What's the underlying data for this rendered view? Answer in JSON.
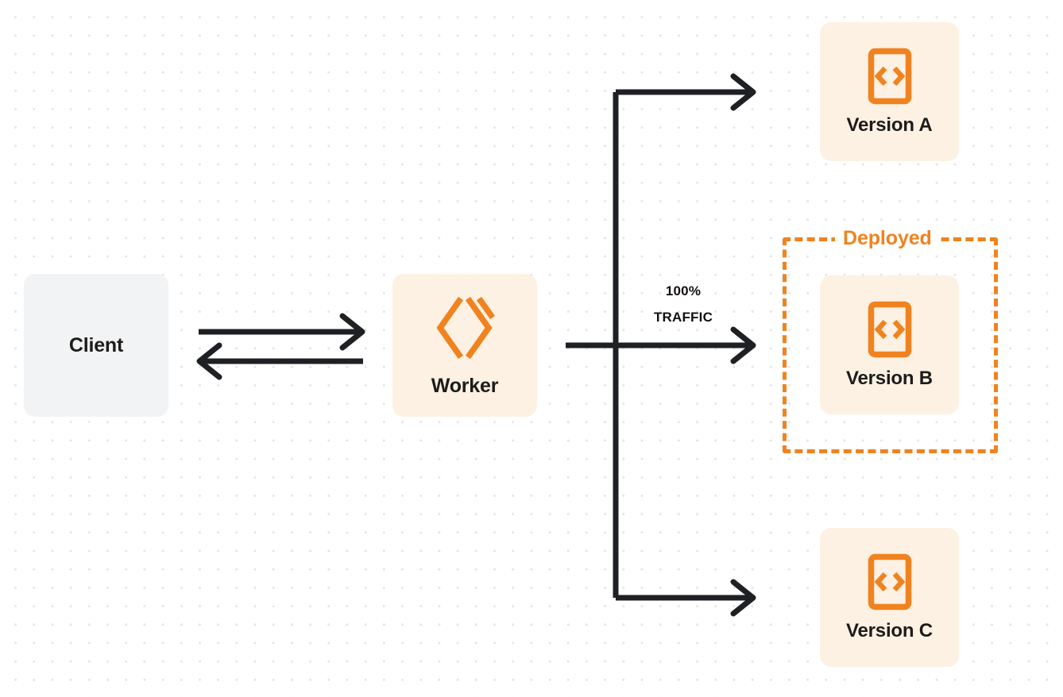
{
  "diagram": {
    "title": "Worker traffic routing to versions",
    "background": {
      "color": "#ffffff",
      "dot_color": "#e3e4e6",
      "dot_spacing": "23px"
    },
    "colors": {
      "accent_orange": "#f0821f",
      "card_cream": "#fdf1e3",
      "client_gray": "#f2f3f4",
      "arrow_dark": "#1f2024",
      "text_dark": "#1d1c1a"
    }
  },
  "nodes": {
    "client": {
      "label": "Client",
      "fill": "#f2f3f4"
    },
    "worker": {
      "label": "Worker",
      "icon": "cloudflare-workers-logo",
      "fill": "#fdf1e3"
    },
    "versions": [
      {
        "label": "Version A",
        "icon": "code-file-icon",
        "fill": "#fdf1e3",
        "deployed": false
      },
      {
        "label": "Version B",
        "icon": "code-file-icon",
        "fill": "#fdf1e3",
        "deployed": true
      },
      {
        "label": "Version C",
        "icon": "code-file-icon",
        "fill": "#fdf1e3",
        "deployed": false
      }
    ]
  },
  "annotations": {
    "deployed_badge": "Deployed",
    "traffic_percent": "100%",
    "traffic_word": "TRAFFIC"
  },
  "connections": [
    {
      "name": "client-to-worker",
      "direction": "right",
      "from": "Client",
      "to": "Worker"
    },
    {
      "name": "worker-to-client",
      "direction": "left",
      "from": "Worker",
      "to": "Client"
    },
    {
      "name": "worker-to-version-a",
      "direction": "right",
      "from": "Worker",
      "to": "Version A"
    },
    {
      "name": "worker-to-version-b",
      "direction": "right",
      "from": "Worker",
      "to": "Version B",
      "label": "100% TRAFFIC"
    },
    {
      "name": "worker-to-version-c",
      "direction": "right",
      "from": "Worker",
      "to": "Version C"
    }
  ]
}
